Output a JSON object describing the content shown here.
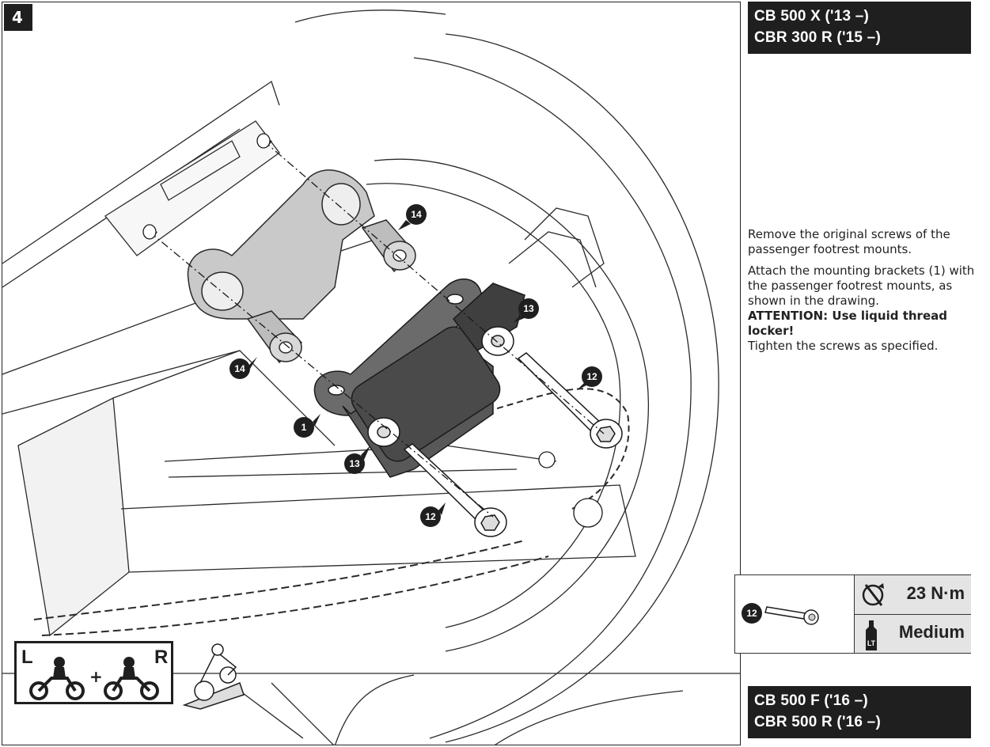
{
  "step": {
    "number": "4"
  },
  "models": {
    "top": [
      "CB 500 X ('13 –)",
      "CBR 300 R ('15 –)"
    ],
    "bottom": [
      "CB 500 F ('16 –)",
      "CBR 500 R ('16 –)"
    ]
  },
  "instructions": {
    "p1": "Remove the original screws of the passenger footrest mounts.",
    "p2": "Attach the mounting brackets (1) with the passenger footrest mounts, as shown in the drawing.",
    "attention": "ATTENTION: Use liquid thread locker!",
    "p3": "Tighten the screws as specified."
  },
  "callouts": {
    "bracket": "1",
    "screw": "12",
    "washer": "13",
    "spacer": "14"
  },
  "spec": {
    "part": "12",
    "torque": "23 N·m",
    "threadlocker": "Medium",
    "threadlocker_icon_label": "LT"
  },
  "side_icon": {
    "left": "L",
    "right": "R",
    "plus": "+"
  },
  "icons": [
    "torque-wrench-icon",
    "thread-locker-icon",
    "motorcycle-left-icon",
    "motorcycle-right-icon",
    "motorcycle-on-stand-icon"
  ]
}
